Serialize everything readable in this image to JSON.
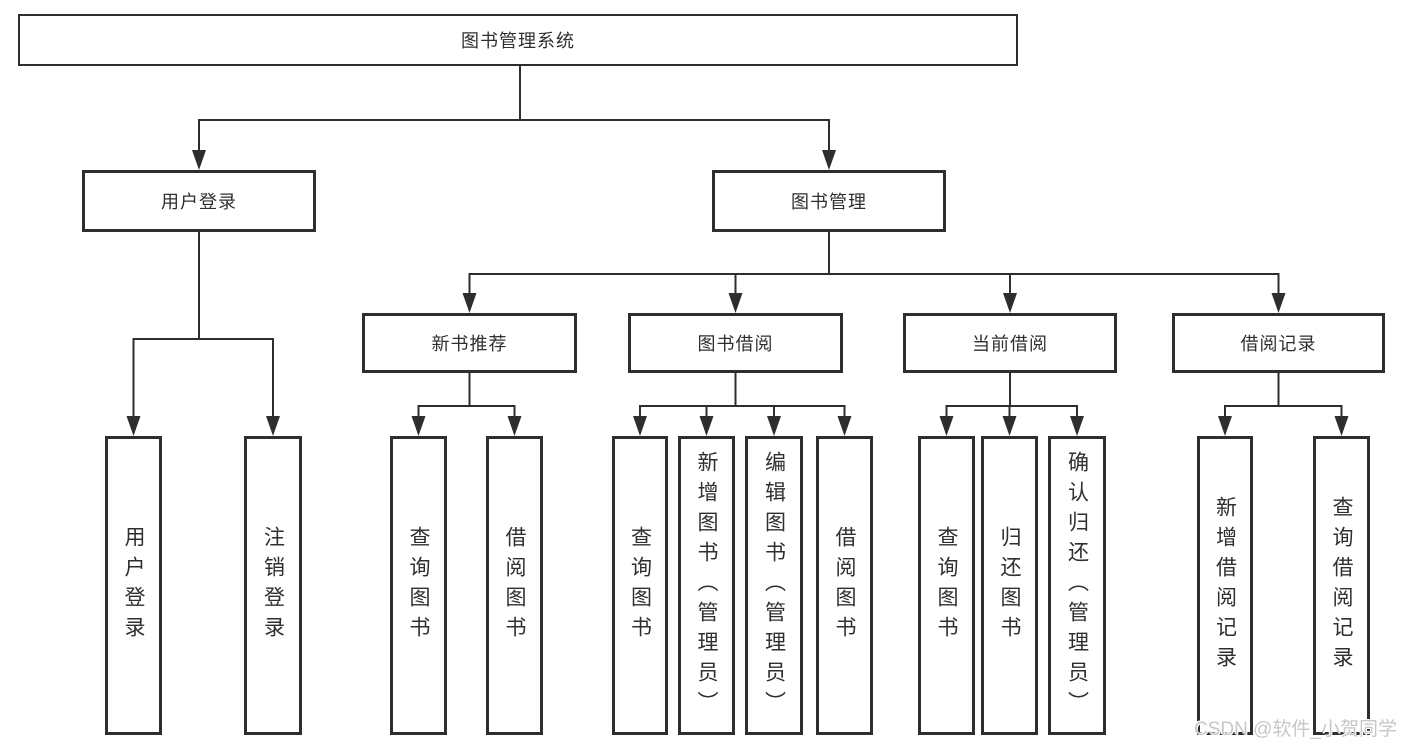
{
  "tree": {
    "root": {
      "label": "图书管理系统",
      "children": [
        {
          "label": "用户登录",
          "children": [
            {
              "label": "用户登录"
            },
            {
              "label": "注销登录"
            }
          ]
        },
        {
          "label": "图书管理",
          "children": [
            {
              "label": "新书推荐",
              "children": [
                {
                  "label": "查询图书"
                },
                {
                  "label": "借阅图书"
                }
              ]
            },
            {
              "label": "图书借阅",
              "children": [
                {
                  "label": "查询图书"
                },
                {
                  "label": "新增图书（管理员）"
                },
                {
                  "label": "编辑图书（管理员）"
                },
                {
                  "label": "借阅图书"
                }
              ]
            },
            {
              "label": "当前借阅",
              "children": [
                {
                  "label": "查询图书"
                },
                {
                  "label": "归还图书"
                },
                {
                  "label": "确认归还（管理员）"
                }
              ]
            },
            {
              "label": "借阅记录",
              "children": [
                {
                  "label": "新增借阅记录"
                },
                {
                  "label": "查询借阅记录"
                }
              ]
            }
          ]
        }
      ]
    }
  },
  "watermark": {
    "text": "CSDN @软件_小贺同学"
  },
  "colors": {
    "line": "#2e2e2e",
    "background": "#ffffff",
    "watermark_text": "#c7c7c7"
  }
}
